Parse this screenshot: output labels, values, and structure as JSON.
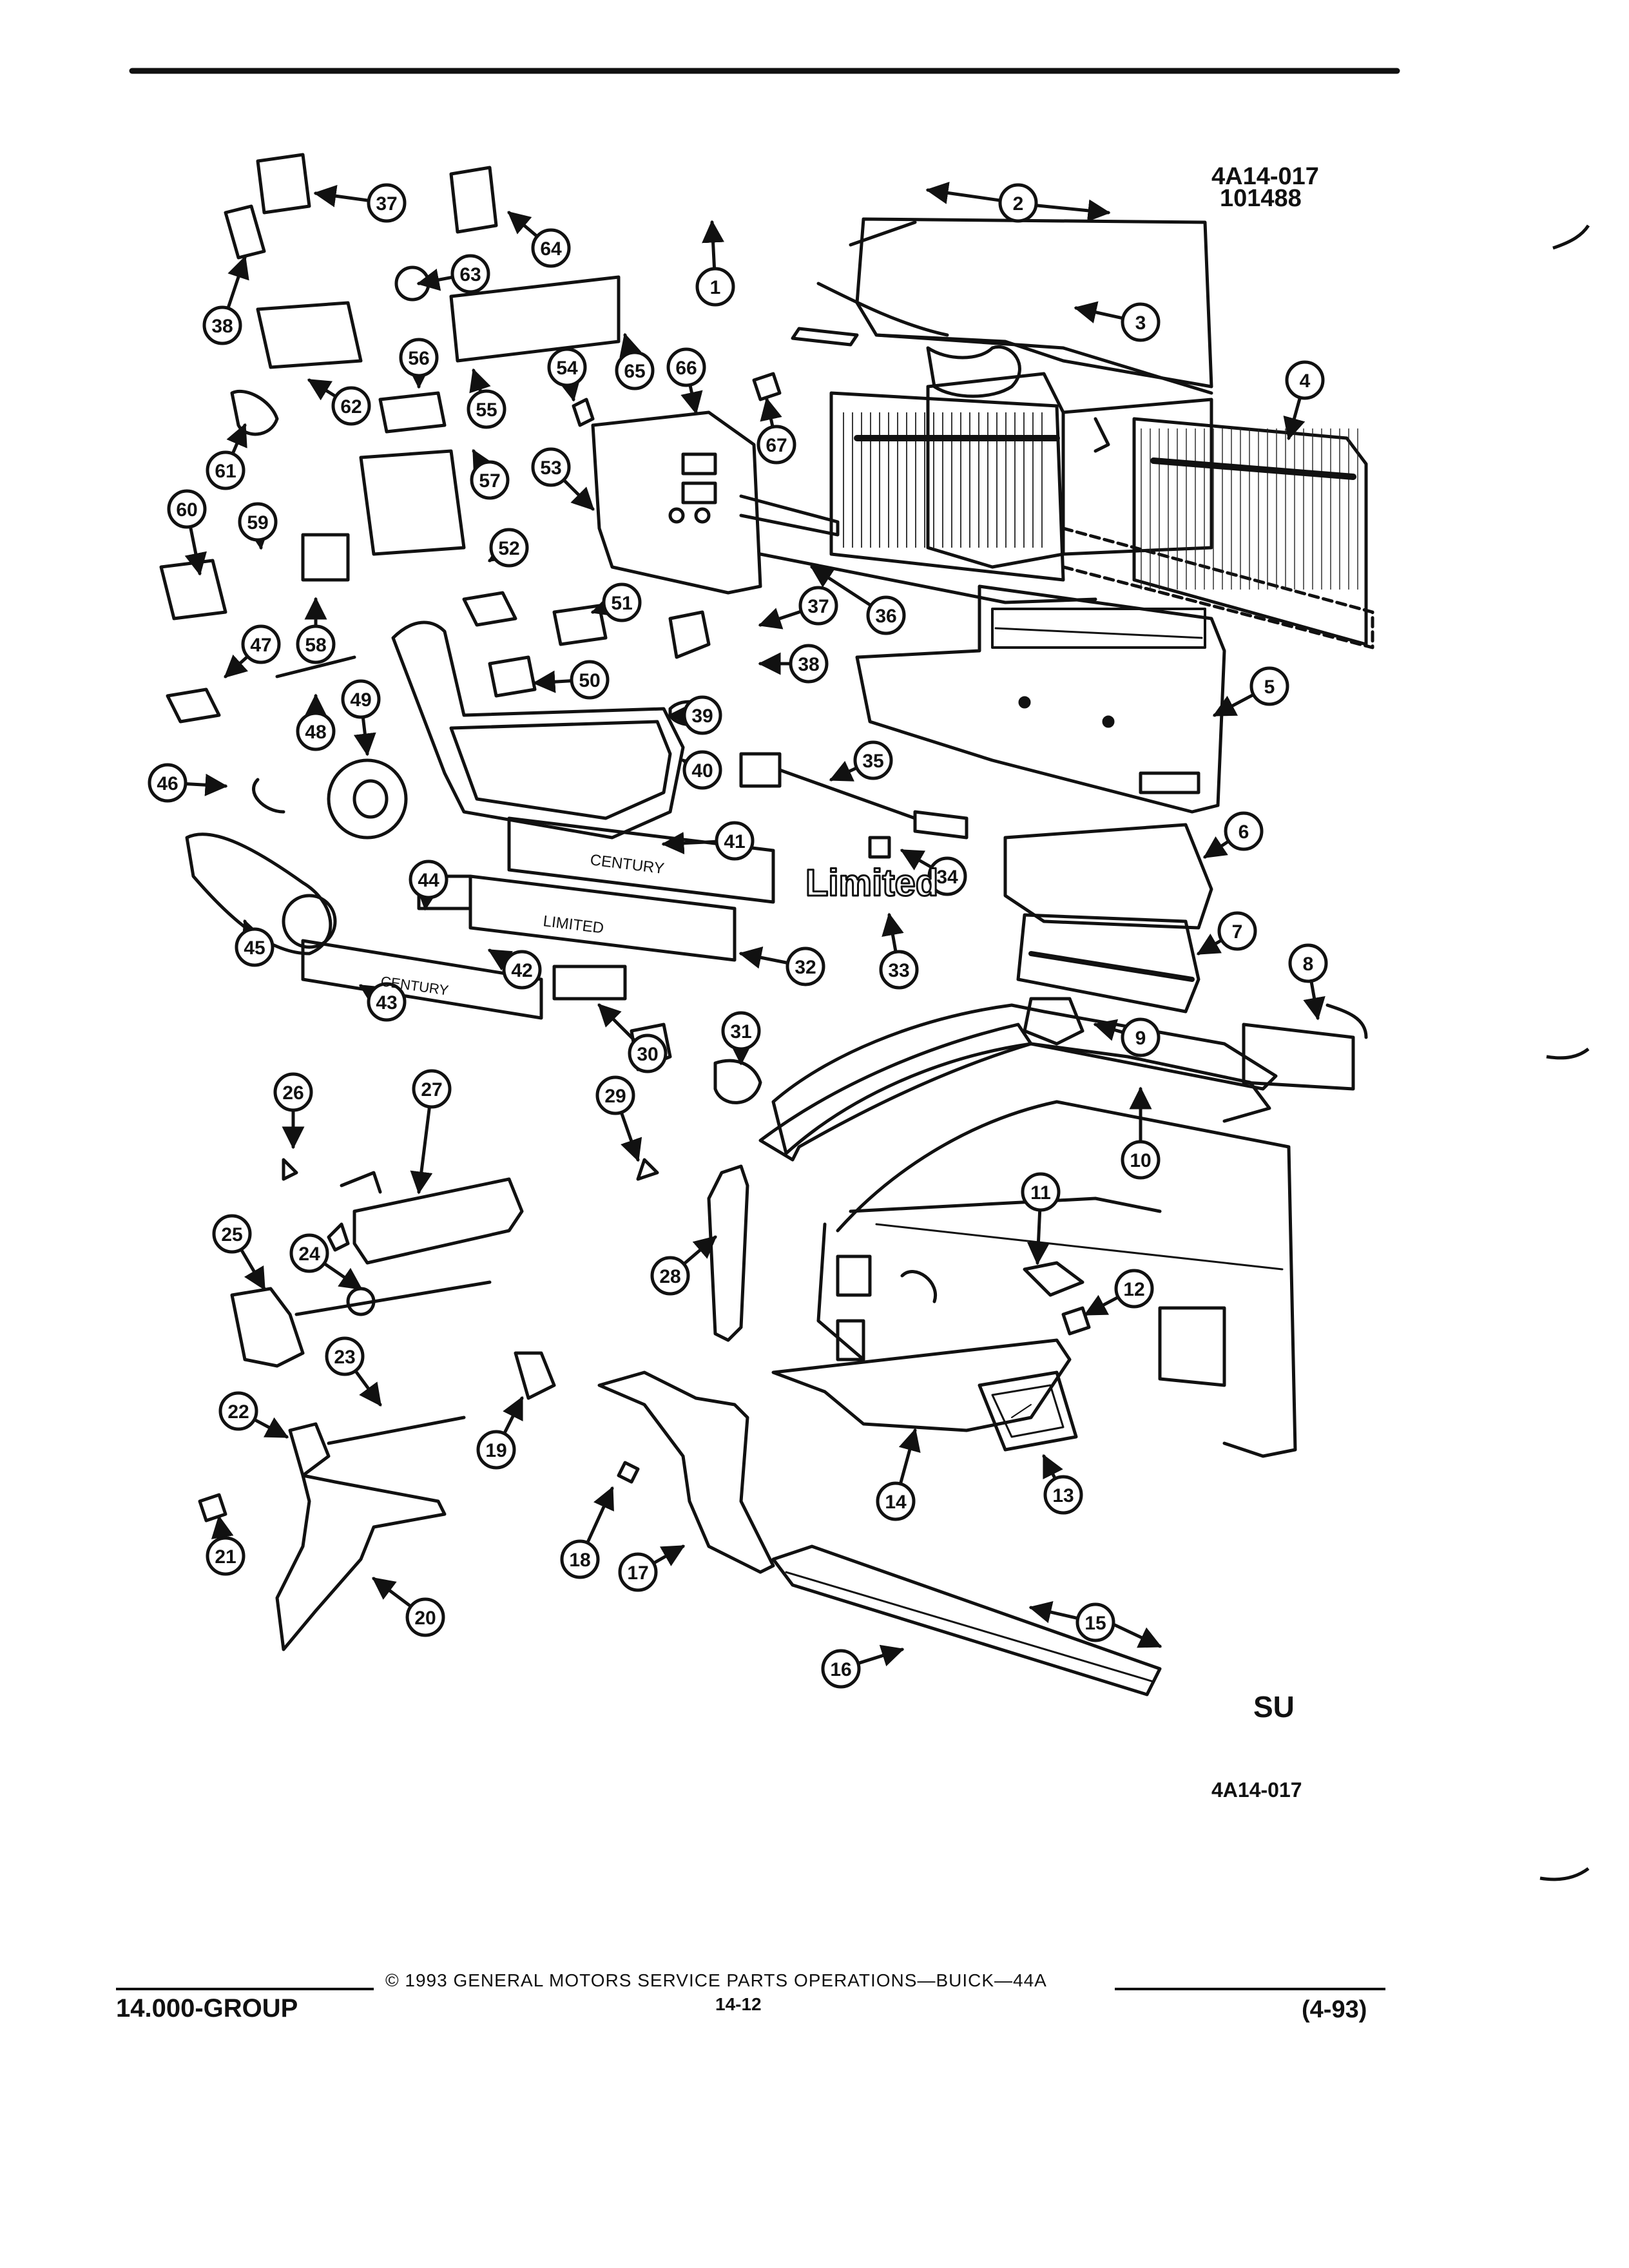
{
  "figure": {
    "id": "4A14-017",
    "date_code": "101488",
    "bottom_id": "4A14-017",
    "logo_text": "SU",
    "emblem_text": "Limited",
    "plate_texts": [
      "CENTURY",
      "LIMITED",
      "CENTURY"
    ],
    "callouts": [
      "1",
      "2",
      "3",
      "4",
      "5",
      "6",
      "7",
      "8",
      "9",
      "10",
      "11",
      "12",
      "13",
      "14",
      "15",
      "16",
      "17",
      "18",
      "19",
      "20",
      "21",
      "22",
      "23",
      "24",
      "25",
      "26",
      "27",
      "28",
      "29",
      "30",
      "31",
      "32",
      "33",
      "34",
      "35",
      "36",
      "37",
      "37",
      "38",
      "38",
      "39",
      "40",
      "41",
      "42",
      "43",
      "44",
      "45",
      "46",
      "47",
      "48",
      "49",
      "50",
      "51",
      "52",
      "53",
      "54",
      "55",
      "56",
      "57",
      "58",
      "59",
      "60",
      "61",
      "62",
      "63",
      "64",
      "65",
      "66",
      "67"
    ]
  },
  "footer": {
    "group": "14.000-GROUP",
    "copyright": "© 1993 GENERAL MOTORS SERVICE PARTS OPERATIONS—BUICK—44A",
    "page": "14-12",
    "revision": "(4-93)"
  }
}
